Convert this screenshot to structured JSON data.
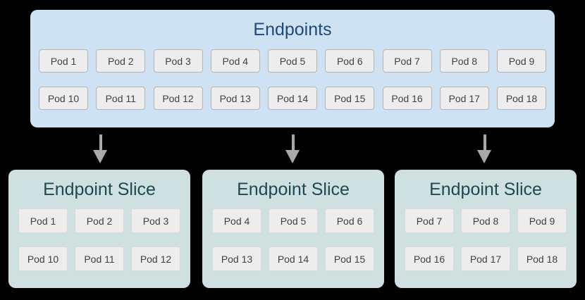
{
  "colors": {
    "page_background": "#000000",
    "endpoints_box_bg": "#cfe2f3",
    "endpoints_title_text": "#1d4a79",
    "slice_box_bg": "#cfe0e1",
    "slice_title_text": "#1d4a50",
    "pod_bg": "#ededed",
    "pod_border": "#b5b5b5",
    "pod_text": "#3f4245",
    "arrow": "#a9a9a9"
  },
  "endpoints": {
    "title": "Endpoints",
    "rows": [
      [
        "Pod 1",
        "Pod 2",
        "Pod 3",
        "Pod 4",
        "Pod 5",
        "Pod 6",
        "Pod 7",
        "Pod 8",
        "Pod 9"
      ],
      [
        "Pod 10",
        "Pod 11",
        "Pod 12",
        "Pod 13",
        "Pod 14",
        "Pod 15",
        "Pod 16",
        "Pod 17",
        "Pod 18"
      ]
    ]
  },
  "slices": [
    {
      "title": "Endpoint Slice",
      "rows": [
        [
          "Pod 1",
          "Pod 2",
          "Pod 3"
        ],
        [
          "Pod 10",
          "Pod 11",
          "Pod 12"
        ]
      ]
    },
    {
      "title": "Endpoint Slice",
      "rows": [
        [
          "Pod 4",
          "Pod 5",
          "Pod 6"
        ],
        [
          "Pod 13",
          "Pod 14",
          "Pod 15"
        ]
      ]
    },
    {
      "title": "Endpoint Slice",
      "rows": [
        [
          "Pod 7",
          "Pod 8",
          "Pod 9"
        ],
        [
          "Pod 16",
          "Pod 17",
          "Pod 18"
        ]
      ]
    }
  ]
}
